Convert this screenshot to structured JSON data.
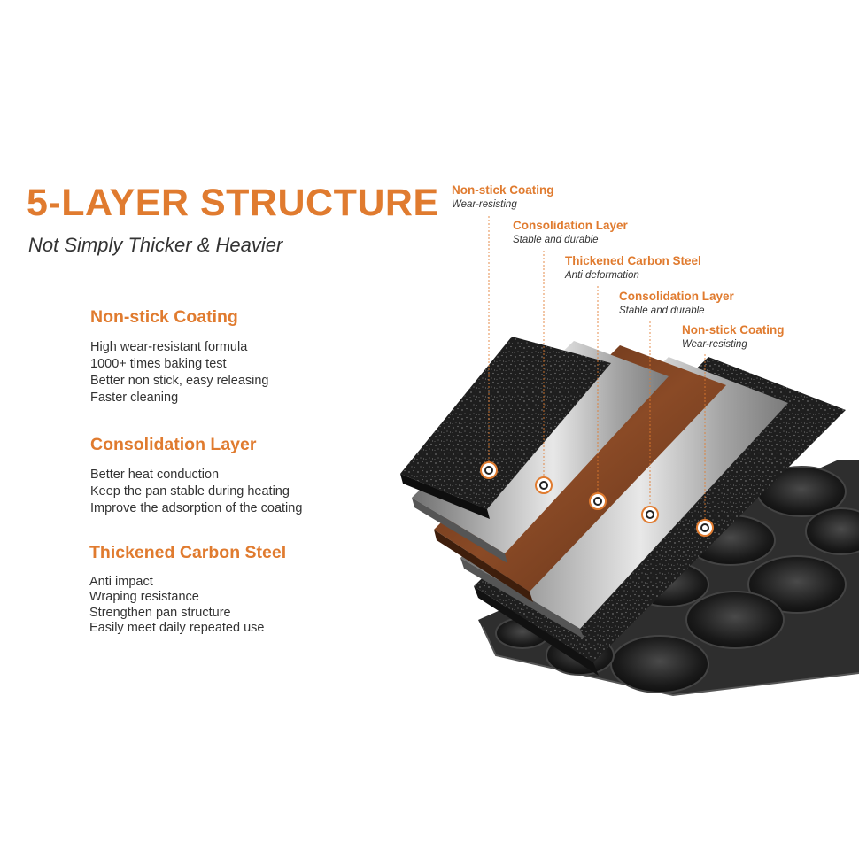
{
  "header": {
    "title": "5-LAYER STRUCTURE",
    "subtitle": "Not Simply Thicker & Heavier"
  },
  "sections": [
    {
      "heading": "Non-stick Coating",
      "lines": [
        "High wear-resistant formula",
        "1000+ times baking test",
        "Better non stick, easy releasing",
        "Faster cleaning"
      ]
    },
    {
      "heading": "Consolidation Layer",
      "lines": [
        "Better heat conduction",
        "Keep the pan stable during heating",
        "Improve the adsorption of the coating"
      ]
    },
    {
      "heading": "Thickened Carbon Steel",
      "lines": [
        "Anti impact",
        "Wraping resistance",
        "Strengthen pan structure",
        "Easily meet daily repeated use"
      ]
    }
  ],
  "callouts": [
    {
      "name": "Non-stick Coating",
      "desc": "Wear-resisting"
    },
    {
      "name": "Consolidation Layer",
      "desc": "Stable and durable"
    },
    {
      "name": "Thickened Carbon Steel",
      "desc": "Anti deformation"
    },
    {
      "name": "Consolidation Layer",
      "desc": "Stable and durable"
    },
    {
      "name": "Non-stick Coating",
      "desc": "Wear-resisting"
    }
  ],
  "colors": {
    "accent": "#e07b2f",
    "text": "#333333",
    "coating": "#1c1c1c",
    "steel": "#8e8e8e",
    "carbon_steel": "#7a3f1e",
    "pan": "#2a2a2a"
  },
  "illustration": {
    "icon": "exploded-layers-baking-pan",
    "layers": [
      "coating",
      "steel",
      "carbon_steel",
      "steel",
      "coating"
    ]
  }
}
